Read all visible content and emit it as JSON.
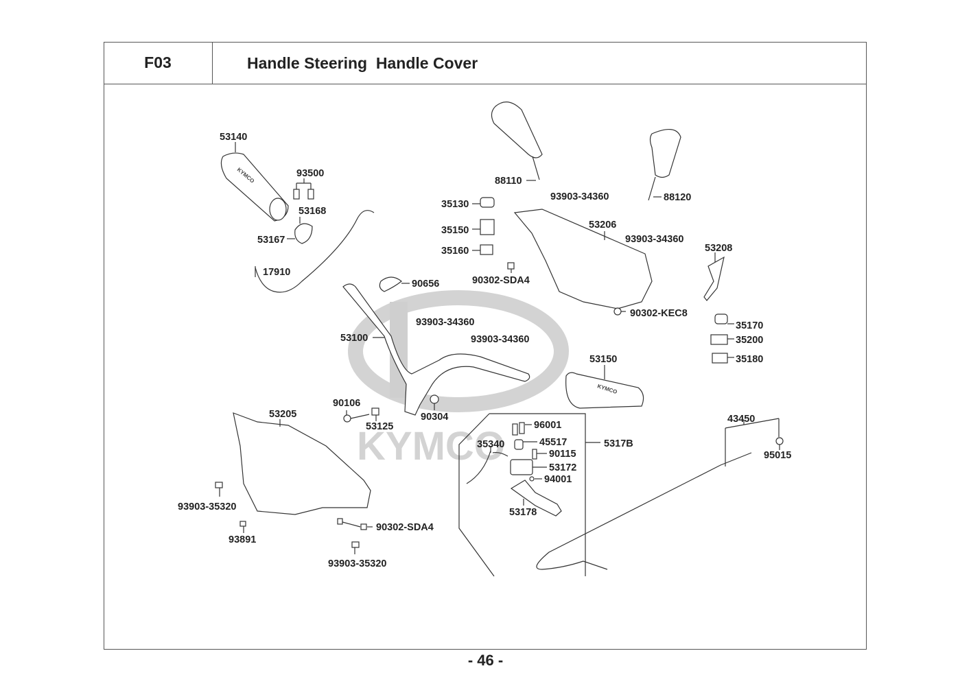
{
  "header": {
    "section_code": "F03",
    "title": "Handle Steering  Handle Cover"
  },
  "watermark": {
    "brand": "KYMCO",
    "color": "#cfcfcf"
  },
  "parts": {
    "grip_left": "53140",
    "screw_93500": "93500",
    "throttle_53168": "53168",
    "throttle_53167": "53167",
    "cable_17910": "17910",
    "band_90656": "90656",
    "handlebar": "53100",
    "screw_bar_1": "93903-34360",
    "screw_bar_2": "93903-34360",
    "bolt_90106": "90106",
    "collar_53125": "53125",
    "nut_90304": "90304",
    "mirror_left": "88110",
    "mirror_right": "88120",
    "screw_cover_top_1": "93903-34360",
    "screw_cover_top_2": "93903-34360",
    "switch_35130": "35130",
    "switch_35150": "35150",
    "switch_35160": "35160",
    "clip_sda4_top": "90302-SDA4",
    "rear_cover": "53206",
    "clip_kec8": "90302-KEC8",
    "bracket_53208": "53208",
    "switch_35170": "35170",
    "switch_35200": "35200",
    "switch_35180": "35180",
    "grip_right": "53150",
    "front_cover": "53205",
    "screw_35320_left": "93903-35320",
    "screw_93891": "93891",
    "clip_sda4_bottom": "90302-SDA4",
    "screw_35320_bottom": "93903-35320",
    "lever_assy": "5317B",
    "bolt_96001": "96001",
    "holder_45517": "45517",
    "bolt_90115": "90115",
    "lever_body_53172": "53172",
    "nut_94001": "94001",
    "lever_53178": "53178",
    "stop_switch_35340": "35340",
    "cable_43450": "43450",
    "nut_95015": "95015"
  },
  "grip_brand_text": "KYMCO",
  "page": {
    "number": "- 46 -"
  }
}
